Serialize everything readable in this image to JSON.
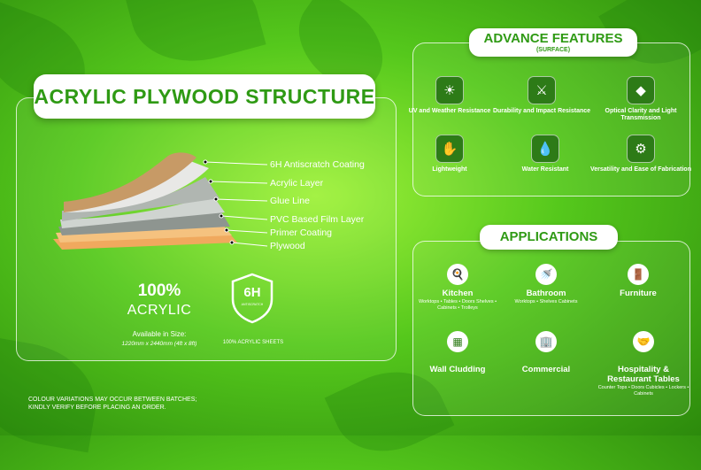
{
  "structure": {
    "title": "ACRYLIC PLYWOOD STRUCTURE",
    "layers": [
      "6H Antiscratch Coating",
      "Acrylic Layer",
      "Glue Line",
      "PVC Based Film Layer",
      "Primer Coating",
      "Plywood"
    ],
    "percent": "100%",
    "material": "ACRYLIC",
    "sizes_label": "Available in Size:",
    "sizes_value": "1220mm x 2440mm (4ft x 8ft)",
    "badge_text": "6H",
    "badge_small": "ANTISCRATCH",
    "badge_caption": "100% ACRYLIC SHEETS"
  },
  "features": {
    "title": "ADVANCE FEATURES",
    "subtitle": "(SURFACE)",
    "items": [
      {
        "label": "UV and Weather Resistance",
        "icon": "uv-icon"
      },
      {
        "label": "Durability and Impact Resistance",
        "icon": "scratch-icon"
      },
      {
        "label": "Optical Clarity and Light Transmission",
        "icon": "clarity-icon"
      },
      {
        "label": "Lightweight",
        "icon": "lightweight-icon"
      },
      {
        "label": "Water Resistant",
        "icon": "water-drop-icon"
      },
      {
        "label": "Versatility and Ease of Fabrication",
        "icon": "fabrication-icon"
      }
    ]
  },
  "applications": {
    "title": "APPLICATIONS",
    "items": [
      {
        "name": "Kitchen",
        "sub": "Worktops • Tables • Doors Shelves • Cabinets • Trolleys",
        "icon": "kitchen-icon"
      },
      {
        "name": "Bathroom",
        "sub": "Worktops • Shelves Cabinets",
        "icon": "bathroom-icon"
      },
      {
        "name": "Furniture",
        "sub": "",
        "icon": "furniture-icon"
      },
      {
        "name": "Wall Cludding",
        "sub": "",
        "icon": "wall-icon"
      },
      {
        "name": "Commercial",
        "sub": "",
        "icon": "building-icon"
      },
      {
        "name": "Hospitality & Restaurant Tables",
        "sub": "Counter Tops • Doors Cubicles • Lockers • Cabinets",
        "icon": "hospitality-icon"
      }
    ]
  },
  "footer": {
    "line1": "COLOUR VARIATIONS MAY OCCUR BETWEEN BATCHES;",
    "line2": "KINDLY VERIFY BEFORE PLACING AN ORDER."
  },
  "colors": {
    "accent_green": "#2f9a14",
    "plywood": "#c79a66",
    "acrylic": "#b0b6b1"
  }
}
